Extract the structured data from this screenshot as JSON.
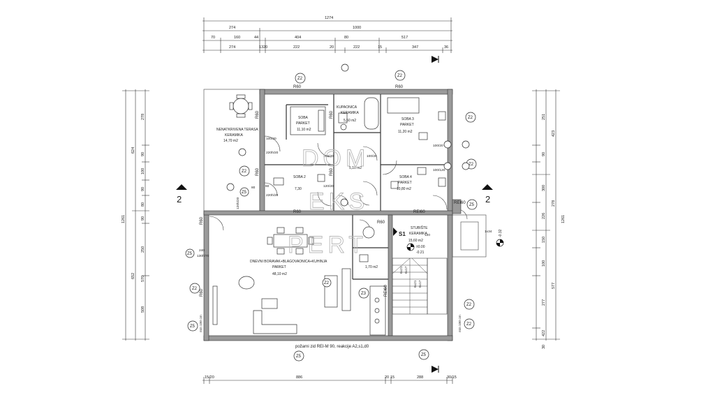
{
  "overall": {
    "top_total": "1274",
    "top_row2": [
      "274",
      "1000"
    ],
    "top_row3": [
      "70",
      "160",
      "44",
      "404",
      "80",
      "517"
    ],
    "top_row4": [
      "274",
      "1320",
      "222",
      "20",
      "222",
      "15",
      "347",
      "36"
    ],
    "bottom_row": [
      "15/20",
      "886",
      "20",
      "15",
      "288",
      "30/15"
    ],
    "left_total": "1261",
    "left_row2": [
      "624",
      "652"
    ],
    "left_row3": [
      "278",
      "90",
      "100",
      "90",
      "80",
      "90",
      "250",
      "570",
      "508"
    ],
    "right_total": "1261",
    "right_row2": [
      "423",
      "278",
      "577"
    ],
    "right_row3": [
      "251",
      "90",
      "300",
      "226",
      "150",
      "100",
      "277",
      "422",
      "30"
    ]
  },
  "rooms": [
    {
      "id": "terrace",
      "name": "NENATKRIVENA TERASA",
      "floor": "KERAMIKA",
      "area": "14,70 m2"
    },
    {
      "id": "room1",
      "name": "SOBA",
      "floor": "PARKET",
      "area": "11,10 m2"
    },
    {
      "id": "bath",
      "name": "KUPAONICA",
      "floor": "KERAMIKA",
      "area": "5,50 m2"
    },
    {
      "id": "room3",
      "name": "SOBA 3",
      "floor": "PARKET",
      "area": "11,20 m2"
    },
    {
      "id": "room2",
      "name": "SOBA 2",
      "floor": "",
      "area": "7,30"
    },
    {
      "id": "hall",
      "name": "",
      "floor": "",
      "area": "5,10 m2"
    },
    {
      "id": "room4",
      "name": "SOBA 4",
      "floor": "PARKET",
      "area": "10,80 m2"
    },
    {
      "id": "living",
      "name": "DNEVNI BORAVAK+BLAGOVAONICA+KUHINJA",
      "floor": "PARKET",
      "area": "48,10 m2"
    },
    {
      "id": "pantry",
      "name": "",
      "floor": "",
      "area": "1,70 m2"
    },
    {
      "id": "stair",
      "name": "STUBIŠTE",
      "floor": "KERAMIKA",
      "area": "15,60 m2"
    }
  ],
  "wall_labels": [
    "R60",
    "R60",
    "R60",
    "R60",
    "R60",
    "R60",
    "R60",
    "REI60",
    "REI60",
    "R60",
    "R60",
    "R60",
    "REI60"
  ],
  "tags": [
    "Z2",
    "Z2",
    "Z2",
    "Z2",
    "Z2",
    "Z2",
    "Z2",
    "Z3",
    "Z5",
    "Z5",
    "Z5",
    "Z2",
    "Z5",
    "Z5",
    "Z5",
    "Z2"
  ],
  "section": {
    "label": "2",
    "marker": "S1"
  },
  "level": {
    "main": "±0.00",
    "sub": "-0.21",
    "right": "-0.32"
  },
  "openings": [
    "100/20",
    "220h/20",
    "220h/20",
    "100/20",
    "100/120",
    "130h/70",
    "100/20",
    "100/20",
    "120/20",
    "120h/20"
  ],
  "stairs": [
    "6x21",
    "6x17",
    "6x21",
    "6x17"
  ],
  "door_dims": [
    "240",
    "80",
    "120",
    "60",
    "1x34"
  ],
  "min_width": [
    "min 100 cm",
    "min 100 cm"
  ],
  "fire_wall": "požarni zid REI-M 90, reakcije A2,s1,d0",
  "watermark": [
    "DOM",
    "EKS",
    "PERT"
  ],
  "colors": {
    "line": "#333333",
    "wall_fill": "#9a9a9a",
    "watermark": "#b8b8b8"
  }
}
